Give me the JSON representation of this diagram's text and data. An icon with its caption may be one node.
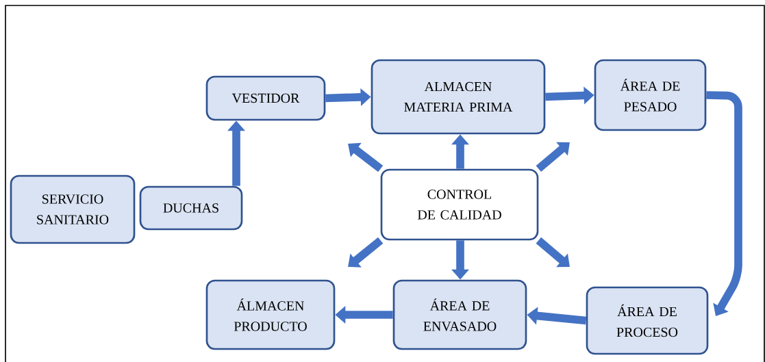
{
  "diagram": {
    "nodes": [
      {
        "text": [
          "SERVICIO SANITARIO"
        ]
      },
      {
        "text": [
          "DUCHAS"
        ]
      },
      {
        "text": [
          "VESTIDOR"
        ]
      },
      {
        "text": [
          "ALMACEN MATERIA PRIMA"
        ]
      },
      {
        "text": [
          "ÁREA DE PESADO"
        ]
      },
      {
        "text": [
          "CONTROL DE CALIDAD"
        ]
      },
      {
        "text": [
          "ÁREA DE PROCESO"
        ]
      },
      {
        "text": [
          "ÁREA DE ENVASADO"
        ]
      },
      {
        "text": [
          "ÁLMACEN PRODUCTO"
        ]
      }
    ],
    "edges": [
      {
        "from": 1,
        "to": 2,
        "arrow": "to"
      },
      {
        "from": 2,
        "to": 3,
        "arrow": "to"
      },
      {
        "from": 3,
        "to": 4,
        "arrow": "to"
      },
      {
        "from": 4,
        "to": 6,
        "arrow": "to"
      },
      {
        "from": 6,
        "to": 7,
        "arrow": "to"
      },
      {
        "from": 7,
        "to": 8,
        "arrow": "to"
      },
      {
        "from": 5,
        "to": 3,
        "arrow": "to"
      },
      {
        "from": 5,
        "to": null,
        "arrow": "to"
      },
      {
        "from": 5,
        "to": null,
        "arrow": "to"
      },
      {
        "from": 5,
        "to": null,
        "arrow": "to"
      },
      {
        "from": 5,
        "to": 7,
        "arrow": "to"
      },
      {
        "from": 5,
        "to": null,
        "arrow": "to"
      }
    ]
  }
}
